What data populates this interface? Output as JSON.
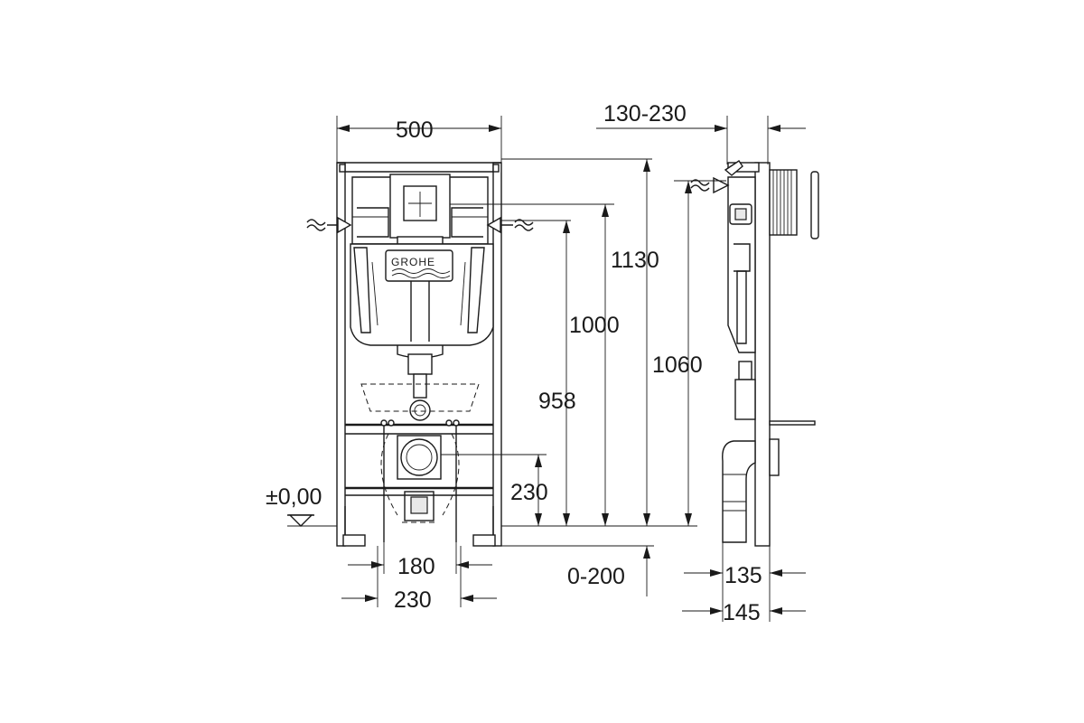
{
  "brand_logo": "GROHE",
  "dimensions": {
    "frame_width": "500",
    "wall_depth_range": "130-230",
    "height_1130": "1130",
    "height_1000": "1000",
    "height_1060": "1060",
    "height_958": "958",
    "drain_height": "230",
    "floor_level": "±0,00",
    "bolt_spacing": "180",
    "foot_spacing": "230",
    "foot_adjust": "0-200",
    "depth_135": "135",
    "depth_145": "145"
  },
  "icons": {
    "water_inlet_left": "water-inlet-arrow-icon",
    "water_inlet_right": "water-inlet-arrow-icon",
    "floor_level": "floor-level-triangle-icon"
  }
}
